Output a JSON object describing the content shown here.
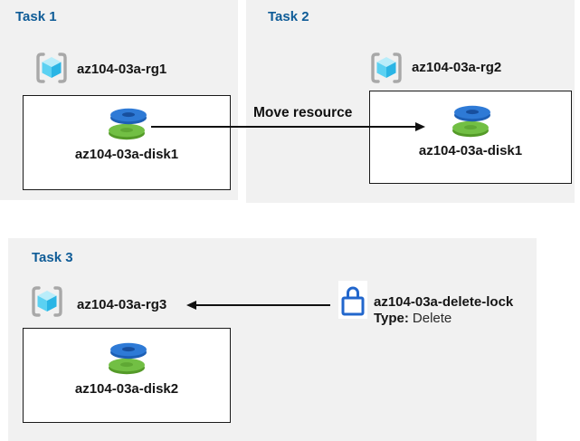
{
  "tasks": [
    {
      "title": "Task 1",
      "resource_group": "az104-03a-rg1",
      "disk": "az104-03a-disk1"
    },
    {
      "title": "Task 2",
      "resource_group": "az104-03a-rg2",
      "disk": "az104-03a-disk1"
    },
    {
      "title": "Task 3",
      "resource_group": "az104-03a-rg3",
      "disk": "az104-03a-disk2"
    }
  ],
  "move_arrow": {
    "label": "Move resource"
  },
  "lock": {
    "name": "az104-03a-delete-lock",
    "type_label": "Type:",
    "type_value": "Delete"
  },
  "icons": {
    "resource_group": "resource-group-icon",
    "disk": "disk-icon",
    "lock": "lock-icon"
  },
  "colors": {
    "panel_background": "#f1f1f1",
    "task_title_blue": "#0f5c97",
    "box_border": "#1a1a1a",
    "arrow_black": "#111111",
    "lock_blue": "#2166cc",
    "disk_blue_top": "#2e7ad6",
    "disk_blue_side": "#1d5fb4",
    "disk_green_top": "#72bf44",
    "disk_green_side": "#549a28",
    "cube_top": "#b9edfa",
    "cube_left": "#5bd1f2",
    "cube_right": "#2ab5e5",
    "bracket_gray": "#a8a8a8"
  }
}
